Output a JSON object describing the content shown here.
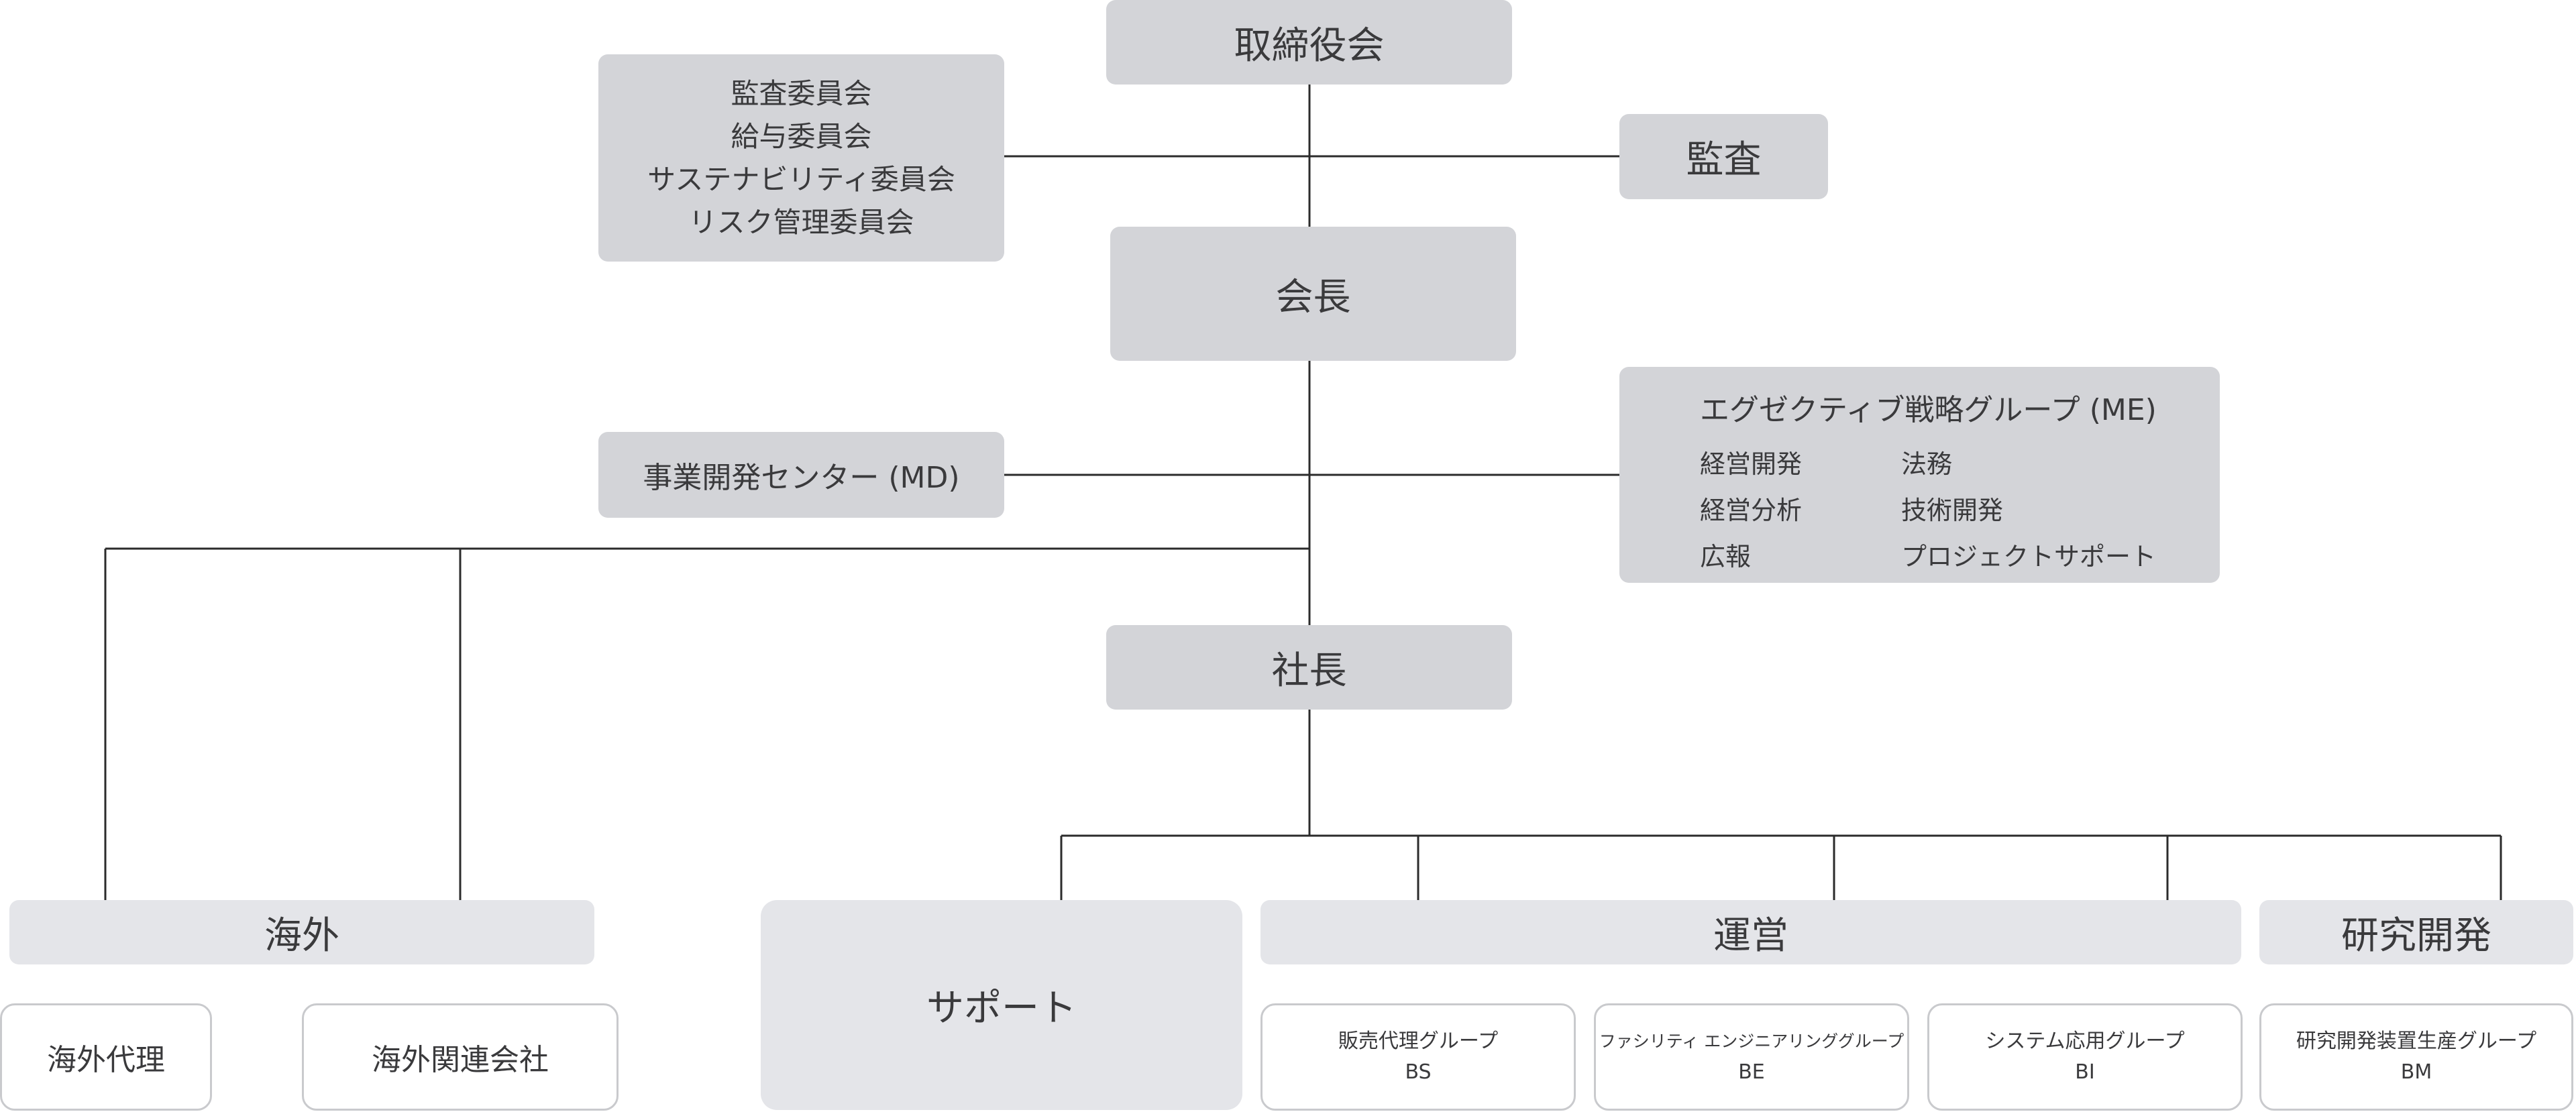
{
  "board": "取締役会",
  "audit": "監査",
  "committees": [
    "監査委員会",
    "給与委員会",
    "サステナビリティ委員会",
    "リスク管理委員会"
  ],
  "chairman": "会長",
  "md": "事業開発センター (MD)",
  "me": {
    "title": "エグゼクティブ戦略グループ (ME)",
    "items": [
      "経営開発",
      "法務",
      "経営分析",
      "技術開発",
      "広報",
      "プロジェクトサポート"
    ]
  },
  "president": "社長",
  "overseas": {
    "label": "海外",
    "children": [
      "海外代理",
      "海外関連会社"
    ]
  },
  "support": "サポート",
  "operations": {
    "label": "運営",
    "groups": [
      {
        "name": "販売代理グループ",
        "code": "BS"
      },
      {
        "name": "ファシリティ エンジニアリンググループ",
        "code": "BE"
      },
      {
        "name": "システム応用グループ",
        "code": "BI"
      }
    ]
  },
  "rnd": {
    "label": "研究開発",
    "groups": [
      {
        "name": "研究開発装置生産グループ",
        "code": "BM"
      }
    ]
  }
}
